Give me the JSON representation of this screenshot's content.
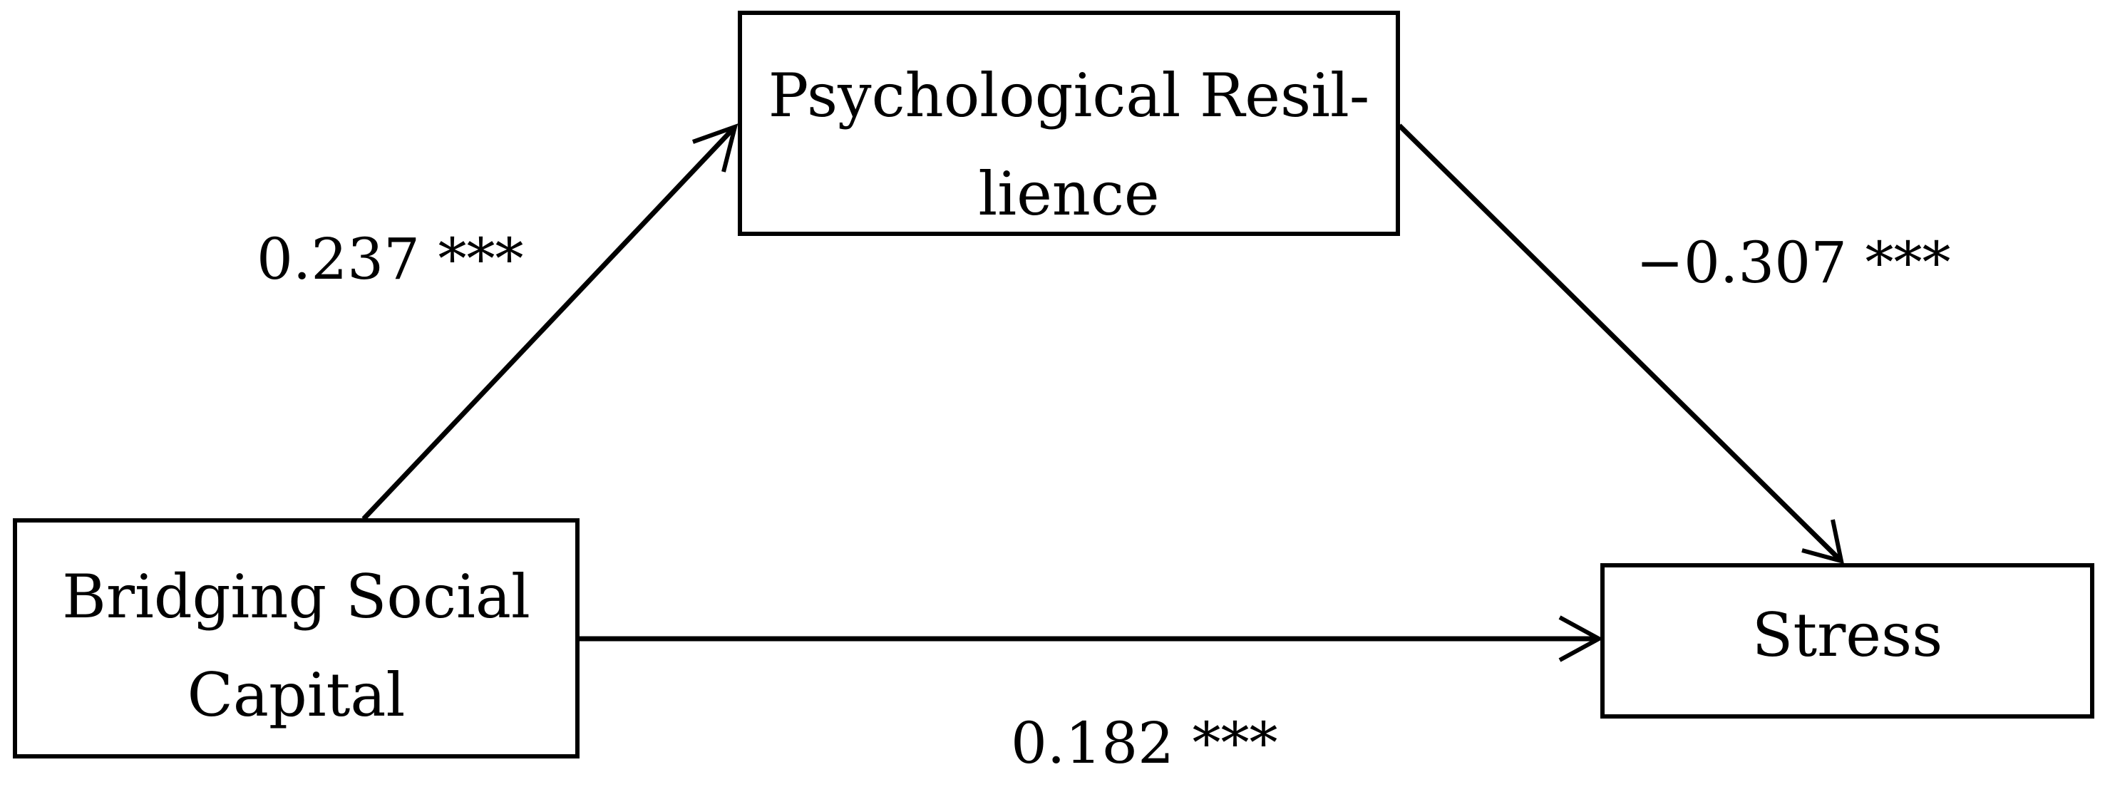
{
  "diagram": {
    "kind": "mediation-path-diagram",
    "background_color": "#ffffff",
    "stroke_color": "#000000",
    "nodes": {
      "mediator": {
        "label": "Psychological Resilience",
        "lines": [
          "Psychological Resil-",
          "lience"
        ]
      },
      "predictor": {
        "label": "Bridging Social Capital",
        "lines": [
          "Bridging Social",
          "Capital"
        ]
      },
      "outcome": {
        "label": "Stress",
        "lines": [
          "Stress"
        ]
      }
    },
    "paths": {
      "predictor_to_mediator": {
        "coefficient": "0.237 ***"
      },
      "mediator_to_outcome": {
        "coefficient": "−0.307 ***"
      },
      "predictor_to_outcome": {
        "coefficient": "0.182 ***"
      }
    }
  }
}
